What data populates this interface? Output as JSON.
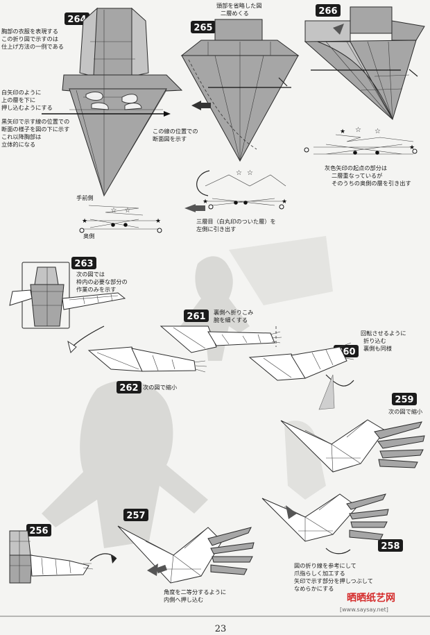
{
  "steps": [
    {
      "num": "264",
      "notes": [
        [
          "胸部の衣服を表現する",
          "この折り図で示すのは",
          "仕上げ方法の一例である"
        ],
        [
          "白矢印のように",
          "上の層を下に",
          "押し込むようにする"
        ],
        [
          "黒矢印で示す線の位置での",
          "断面の様子を図の下に示す",
          "これ以降胸部は",
          "立体的になる"
        ]
      ],
      "front_label": "手前側",
      "back_label": "奥側"
    },
    {
      "num": "265",
      "notes": [
        [
          "頭部を省略した図",
          "二層めくる"
        ],
        [
          "この線の位置での",
          "断面図を示す"
        ],
        [
          "三層目（白丸印のついた層）を",
          "左側に引き出す"
        ]
      ]
    },
    {
      "num": "266",
      "notes": [
        [
          "灰色矢印の起点の部分は",
          "二層重なっているが",
          "そのうちの奥側の層を引き出す"
        ]
      ]
    },
    {
      "num": "263",
      "notes": [
        [
          "次の図では",
          "枠内の必要な部分の",
          "作業のみを示す"
        ]
      ]
    },
    {
      "num": "261",
      "notes": [
        [
          "裏側へ折りこみ",
          "腕を細くする"
        ]
      ]
    },
    {
      "num": "260",
      "notes": [
        [
          "回転させるように",
          "折り込む",
          "裏側も同様"
        ]
      ]
    },
    {
      "num": "262",
      "notes": [
        [
          "次の図で縮小"
        ]
      ]
    },
    {
      "num": "259",
      "notes": [
        [
          "次の図で縮小"
        ]
      ]
    },
    {
      "num": "256",
      "notes": []
    },
    {
      "num": "257",
      "notes": [
        [
          "角度を二等分するように",
          "内側へ押し込む"
        ]
      ]
    },
    {
      "num": "258",
      "notes": [
        [
          "図の折り線を参考にして",
          "爪指らしく加工する",
          "矢印で示す部分を押しつぶして",
          "なめらかにする"
        ]
      ]
    }
  ],
  "watermark": {
    "brand": "晒晒纸艺网",
    "url": "[www.saysay.net]"
  },
  "footer": {
    "page_number": "23"
  },
  "colors": {
    "paper": "#a6a6a6",
    "paper_light": "#c4c4c4",
    "ink": "#1b1b1b",
    "watermark_red": "#d42a2a",
    "watermark_blue": "#2a4fb8"
  }
}
